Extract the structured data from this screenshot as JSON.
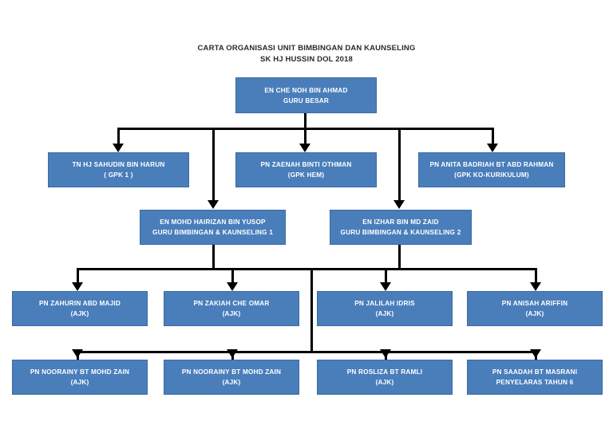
{
  "title": {
    "line1": "CARTA ORGANISASI UNIT BIMBINGAN DAN KAUNSELING",
    "line2": "SK HJ HUSSIN DOL 2018"
  },
  "colors": {
    "box_fill": "#4a7ebb",
    "box_border": "#3a6aa4",
    "box_text": "#ffffff",
    "connector": "#000000",
    "title_text": "#2b2b2b",
    "background": "#ffffff"
  },
  "nodes": {
    "principal": {
      "line1": "EN CHE NOH BIN AHMAD",
      "line2": "GURU BESAR"
    },
    "gpk": [
      {
        "line1": "TN HJ SAHUDIN BIN HARUN",
        "line2": "( GPK 1 )"
      },
      {
        "line1": "PN ZAENAH BINTI OTHMAN",
        "line2": "(GPK HEM)"
      },
      {
        "line1": "PN ANITA BADRIAH BT ABD RAHMAN",
        "line2": "(GPK KO-KURIKULUM)"
      }
    ],
    "counselors": [
      {
        "line1": "EN MOHD HAIRIZAN BIN YUSOP",
        "line2": "GURU BIMBINGAN & KAUNSELING 1"
      },
      {
        "line1": "EN IZHAR BIN MD ZAID",
        "line2": "GURU BIMBINGAN & KAUNSELING 2"
      }
    ],
    "committee_row1": [
      {
        "line1": "PN ZAHURIN ABD MAJID",
        "line2": "(AJK)"
      },
      {
        "line1": "PN ZAKIAH CHE OMAR",
        "line2": "(AJK)"
      },
      {
        "line1": "PN JALILAH IDRIS",
        "line2": "(AJK)"
      },
      {
        "line1": "PN ANISAH ARIFFIN",
        "line2": "(AJK)"
      }
    ],
    "committee_row2": [
      {
        "line1": "PN NOORAINY BT MOHD ZAIN",
        "line2": "(AJK)"
      },
      {
        "line1": "PN NOORAINY BT MOHD ZAIN",
        "line2": "(AJK)"
      },
      {
        "line1": "PN ROSLIZA BT RAMLI",
        "line2": "(AJK)"
      },
      {
        "line1": "PN SAADAH BT MASRANI",
        "line2": "PENYELARAS TAHUN 6"
      }
    ]
  }
}
